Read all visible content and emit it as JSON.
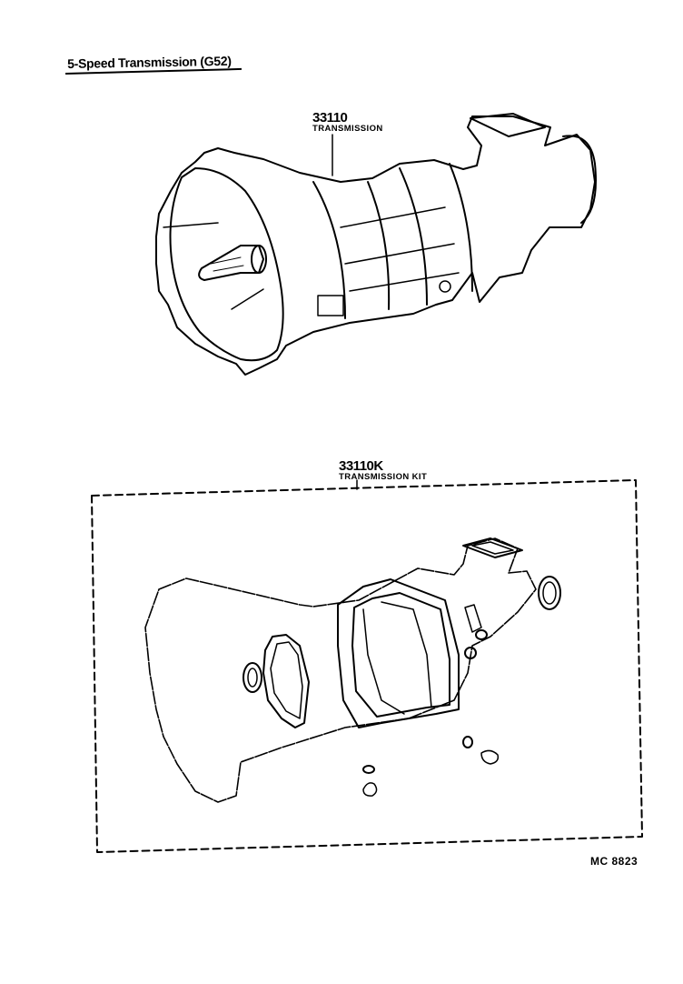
{
  "header": {
    "title": "5-Speed Transmission (G52)"
  },
  "parts": [
    {
      "part_number": "33110",
      "name": "TRANSMISSION",
      "illustration": "transmission-assembly"
    },
    {
      "part_number": "33110K",
      "name": "TRANSMISSION KIT",
      "illustration": "transmission-gasket-kit",
      "components": [
        "case-outline",
        "front-oil-seal",
        "front-bearing-retainer-gasket",
        "intermediate-plate-gaskets",
        "rear-extension-gasket",
        "shift-lever-retainer-gasket",
        "rear-oil-seal",
        "speedometer-o-ring",
        "drain-plug-gasket",
        "small-gaskets"
      ]
    }
  ],
  "footer": {
    "illustration_code": "MC 8823"
  },
  "colors": {
    "line": "#000000",
    "background": "#ffffff"
  }
}
